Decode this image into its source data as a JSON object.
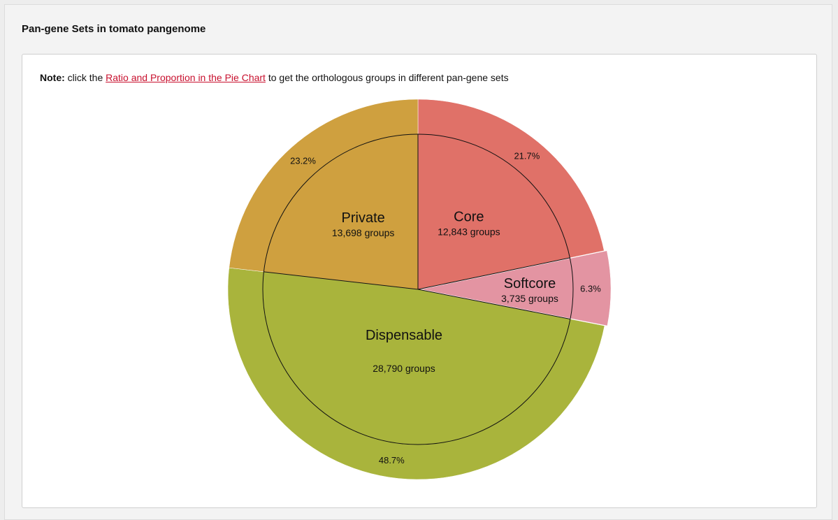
{
  "panel": {
    "title": "Pan-gene Sets in tomato pangenome"
  },
  "note": {
    "bold": "Note:",
    "prefix": " click the ",
    "link": "Ratio and Proportion in the Pie Chart",
    "suffix": " to get the orthologous groups in different pan-gene sets"
  },
  "chart_data": {
    "type": "pie",
    "title": "",
    "slices": [
      {
        "name": "Core",
        "groups": "12,843 groups",
        "value": 12843,
        "percent": "21.7%",
        "color": "#e07168"
      },
      {
        "name": "Softcore",
        "groups": "3,735 groups",
        "value": 3735,
        "percent": "6.3%",
        "color": "#e394a2"
      },
      {
        "name": "Dispensable",
        "groups": "28,790 groups",
        "value": 28790,
        "percent": "48.7%",
        "color": "#a9b43c"
      },
      {
        "name": "Private",
        "groups": "13,698 groups",
        "value": 13698,
        "percent": "23.2%",
        "color": "#cfa03f"
      }
    ]
  }
}
